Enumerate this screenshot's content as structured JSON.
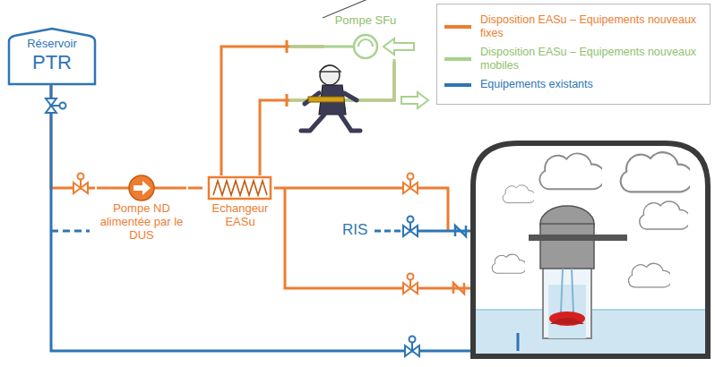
{
  "diagram": {
    "nodes": [
      {
        "text": [
          "Réservoir",
          "PTR"
        ]
      },
      {
        "text": [
          "Pompe ND alimentée par le DUS"
        ]
      },
      {
        "text": [
          "Echangeur EASu"
        ]
      },
      {
        "text": [
          "Pompe SFu"
        ]
      }
    ],
    "edges": [
      {
        "from": 0,
        "to": 1,
        "arrow": "none"
      },
      {
        "from": 1,
        "to": 2,
        "arrow": "none"
      },
      {
        "from": 2,
        "to": 3,
        "arrow": "none"
      },
      {
        "from": 2,
        "to": 3,
        "arrow": "none"
      }
    ],
    "labels": [
      "RIS"
    ],
    "legend": [
      {
        "text": "Disposition EASu – Equipements nouveaux fixes",
        "color": "#ed7d31"
      },
      {
        "text": "Disposition EASu – Equipements nouveaux mobiles",
        "color": "#a9d18e"
      },
      {
        "text": "Equipements existants",
        "color": "#2e75b6"
      }
    ]
  }
}
